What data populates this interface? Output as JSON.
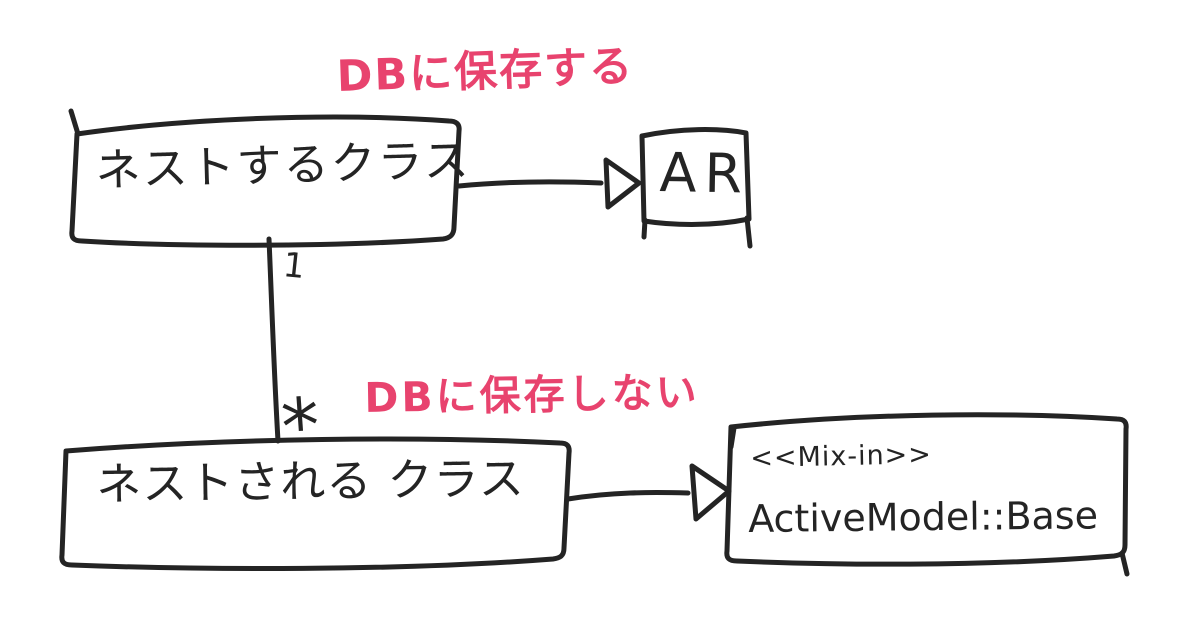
{
  "colors": {
    "ink": "#242424",
    "annotation_pink": "#e8436e",
    "background": "#ffffff"
  },
  "nodes": {
    "nesting_class": {
      "label": "ネストするクラス"
    },
    "active_record": {
      "label": "AR"
    },
    "nested_class": {
      "label": "ネストされる クラス"
    },
    "active_model_mixin": {
      "stereotype": "<<Mix-in>>",
      "label": "ActiveModel::Base"
    }
  },
  "annotations": {
    "save_to_db": {
      "text": "DBに保存する"
    },
    "dont_save_to_db": {
      "text": "DBに保存しない"
    }
  },
  "edges": {
    "association": {
      "multiplicity_parent": "1",
      "multiplicity_child": "*"
    }
  }
}
